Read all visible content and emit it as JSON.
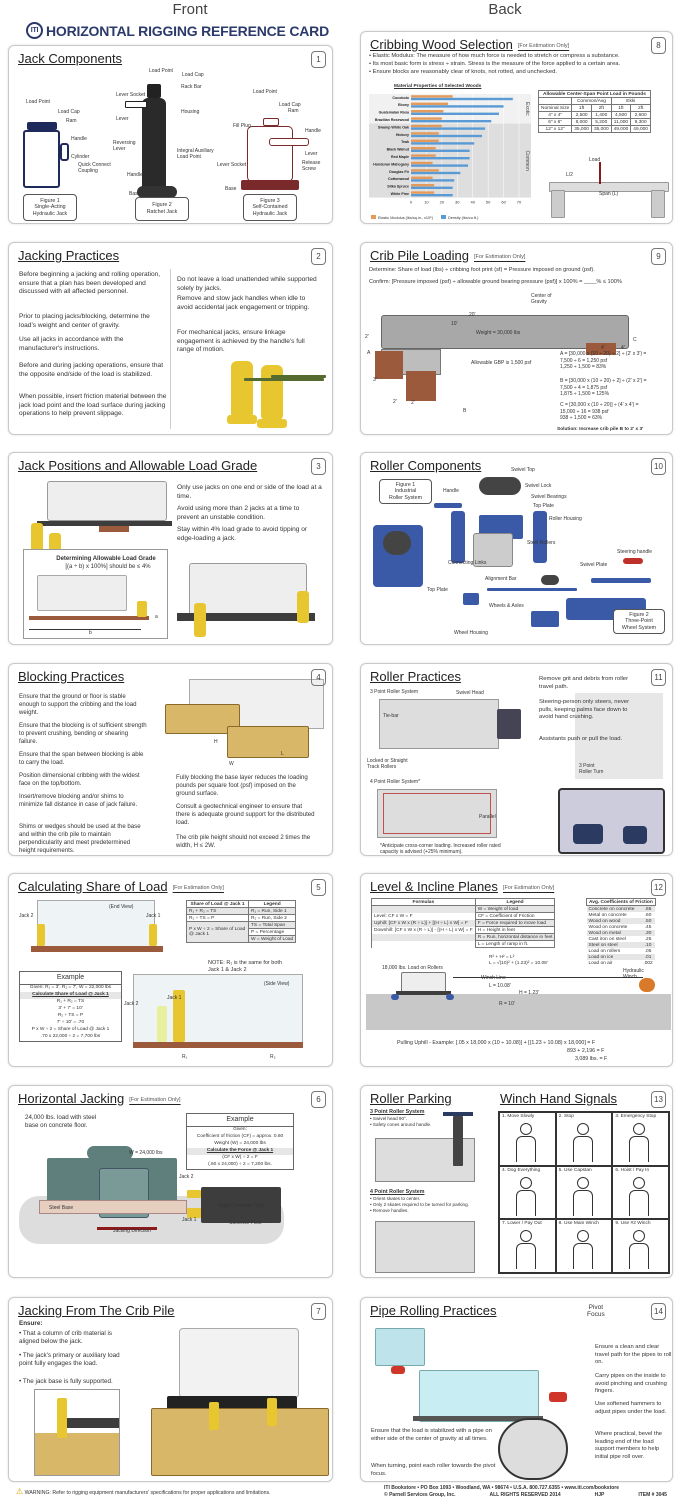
{
  "header": {
    "front": "Front",
    "back": "Back",
    "logo": "ITI",
    "title": "HORIZONTAL RIGGING REFERENCE CARD"
  },
  "colors": {
    "jack": "#e8c630",
    "crib": "#d8b768",
    "roller": "#3a5aa8",
    "elastic": "#e39a5b",
    "density": "#5b9bd5",
    "title": "#2b3a6b"
  },
  "panels": [
    {
      "number": "1",
      "title": "Jack Components",
      "note": "",
      "texts": [],
      "labels": [
        "Load Point",
        "Load Cap",
        "Ram",
        "Handle",
        "Cylinder",
        "Quick Connect\nCoupling",
        "Load Point",
        "Load Cap",
        "Rack Bar",
        "Lever Socket",
        "Lever",
        "Housing",
        "Reversing\nLever",
        "Integral Auxiliary\nLoad Point",
        "Handle",
        "Base",
        "Load Point",
        "Load Cap",
        "Ram",
        "Fill Plug",
        "Handle",
        "Lever",
        "Lever Socket",
        "Release\nScrew",
        "Base"
      ],
      "figures": [
        "Figure 1\nSingle-Acting\nHydraulic Jack",
        "Figure 2\nRatchet Jack",
        "Figure 3\nSelf-Contained\nHydraulic Jack"
      ]
    },
    {
      "number": "2",
      "title": "Jacking Practices",
      "note": "",
      "texts": [
        "Before beginning a jacking and rolling operation, ensure that a plan has been developed and discussed with all affected personnel.",
        "Prior to placing jacks/blocking, determine the load's weight and center of gravity.",
        "Use all jacks in accordance with the manufacturer's instructions.",
        "Before and during jacking operations, ensure that the opposite end/side of the load is stabilized.",
        "When possible, insert friction material between the jack load point and the load surface during jacking operations to help prevent slippage.",
        "Do not leave a load unattended while supported solely by jacks.",
        "Remove and stow jack handles when idle to avoid accidental jack engagement or tripping.",
        "For mechanical jacks, ensure linkage engagement is achieved by the handle's full range of motion."
      ],
      "labels": [],
      "figures": []
    },
    {
      "number": "3",
      "title": "Jack Positions and Allowable Load Grade",
      "note": "",
      "texts": [
        "Only use jacks on one end or side of the load at a time.",
        "Avoid using more than 2 jacks at a time to prevent an unstable condition.",
        "Stay within 4% load grade to avoid tipping or edge-loading a jack."
      ],
      "labels": [
        "Determining Allowable Load Grade",
        "[(a ÷ b) x 100%] should be ≤ 4%",
        "a",
        "b"
      ],
      "figures": []
    },
    {
      "number": "4",
      "title": "Blocking Practices",
      "note": "",
      "texts": [
        "Ensure that the ground or floor is stable enough to support the cribbing and the load weight.",
        "Ensure that the blocking is of sufficient strength to prevent crushing, bending or shearing failure.",
        "Ensure that the span between blocking is able to carry the load.",
        "Position dimensional cribbing with the widest face on the top/bottom.",
        "Insert/remove blocking and/or shims to minimize fall distance in case of jack failure.",
        "Shims or wedges should be used at the base and within the crib pile to maintain perpendicularity and meet predetermined height requirements.",
        "Fully blocking the base layer reduces the loading pounds per square foot (psf) imposed on the ground surface.",
        "Consult a geotechnical engineer to ensure that there is adequate ground support for the distributed load.",
        "The crib pile height should not exceed 2 times the width, H ≤ 2W."
      ],
      "labels": [
        "H",
        "W",
        "L"
      ],
      "figures": []
    },
    {
      "number": "5",
      "title": "Calculating Share of Load",
      "note": "[For Estimation Only]",
      "texts": [
        "NOTE: R₁ is the same for both\nJack 1 & Jack 2"
      ],
      "labels": [
        "Jack 2",
        "Jack 1",
        "(End View)",
        "(Side View)",
        "Jack 1",
        "Jack 2",
        "R₁",
        "R₂"
      ],
      "figures": [],
      "share_table": {
        "headers": [
          "Share of Load @ Jack 1",
          "Legend"
        ],
        "formulas": [
          "R₁ + R₂ = TS",
          "R₂ ÷ TS = P",
          "P x W ÷ 2 = Share of Load @ Jack 1"
        ],
        "legend": [
          "R₁ = Run, Side 1",
          "R₂ = Run, Side 2",
          "TS = Total Span",
          "P = Percentage",
          "W = Weight of Load"
        ]
      },
      "example": {
        "title": "Example",
        "lines": [
          "Given: R₁ = 3', R₂ = 7', W = 22,000 lbs",
          "Calculate Share of Load @ Jack 1",
          "R₁ + R₂ = TS",
          "3' + 7' = 10'",
          "R₂ ÷ TS = P",
          "7' ÷ 10' = .70",
          "P x W ÷ 2 = Share of Load @ Jack 1",
          ".70 x 22,000 ÷ 2 = 7,700 lbs"
        ]
      }
    },
    {
      "number": "6",
      "title": "Horizontal Jacking",
      "note": "[For Estimation Only]",
      "texts": [
        "24,000 lbs. load with steel\nbase on concrete floor."
      ],
      "labels": [
        "W = 24,000 lbs",
        "Jack 2",
        "Steel Base",
        "Solid Concrete Curb",
        "Jack 1",
        "Concrete Floor",
        "Jacking Direction"
      ],
      "figures": [],
      "example": {
        "title": "Example",
        "lines": [
          "Given:",
          "Coefficient of friction (CF) = approx. 0.60",
          "Weight (W) = 24,000 lbs",
          "Calculate the Force @ Jack 1",
          "(CF x W) ÷ 2 = F",
          "(.60 x 24,000) ÷ 2 = 7,200 lbs."
        ]
      }
    },
    {
      "number": "7",
      "title": "Jacking From The Crib Pile",
      "note": "",
      "texts": [
        "Ensure:",
        "• That a column of crib material is\n  aligned below the jack.",
        "• The jack's primary or auxiliary load\n  point fully engages the load.",
        "• The jack base is fully supported."
      ],
      "labels": [],
      "figures": []
    },
    {
      "number": "8",
      "title": "Cribbing Wood Selection",
      "note": "[For Estimation Only]",
      "texts": [
        "• Elastic Modulus: The measure of how much force is needed to stretch or compress a substance.",
        "• Its most basic form is stress ÷ strain. Stress is the measure of the force applied to a certain area.",
        "• Ensure blocks are reasonably clear of knots, not rotted, and unchecked."
      ],
      "labels": [
        "Load",
        "L/2",
        "Span (L)"
      ],
      "figures": [],
      "load_table": {
        "title": "Allowable Center-Span Point Load in Pounds",
        "groups": [
          "Common/Avg",
          "Ekki"
        ],
        "columns": [
          "Nominal Size",
          "1ft",
          "2ft",
          "1ft",
          "2ft"
        ],
        "rows": [
          [
            "4\" x 4\"",
            "2,500",
            "1,400",
            "4,500",
            "2,600"
          ],
          [
            "6\" x 6\"",
            "8,000",
            "5,200",
            "11,000",
            "9,300"
          ],
          [
            "12\" x 12\"",
            "35,000",
            "35,000",
            "49,000",
            "49,000"
          ]
        ]
      }
    },
    {
      "number": "9",
      "title": "Crib Pile Loading",
      "note": "[For Estimation Only]",
      "texts": [
        "Determine: Share of load (lbs) ÷ cribbing foot print (sf) = Pressure imposed on ground (psf).",
        "Confirm: [Pressure imposed (psf) ÷ allowable ground bearing pressure (psf)] x 100% = ____% ≤ 100%",
        "A = [30,000 x (10 ÷ 20) ÷ 2] ÷ (2' x 3') =\n     7,500 ÷ 6 = 1,250 psf\n     1,250 ÷ 1,500 = 83%",
        "B = [30,000 x (10 ÷ 20) ÷ 2] ÷ (2' x 2') =\n     7,500 ÷ 4 = 1,875 psf\n     1,875 ÷ 1,500 = 125%",
        "C = [30,000 x (10 ÷ 20)] ÷ (4' x 4') =\n     15,000 ÷ 16 = 938 psf\n     938 ÷ 1,500 = 63%",
        "Solution: Increase crib pile B to 2' x 3'"
      ],
      "labels": [
        "Center of\nGravity",
        "10'",
        "20'",
        "Weight = 30,000 lbs",
        "Allowable GBP is 1,500 psf",
        "A",
        "B",
        "C",
        "3'",
        "2'",
        "2'",
        "4'",
        "4'",
        "2'"
      ],
      "figures": []
    },
    {
      "number": "10",
      "title": "Roller Components",
      "note": "",
      "texts": [],
      "labels": [
        "Swivel Top",
        "Swivel Lock",
        "Swivel Bearings",
        "Top Plate",
        "Roller Housing",
        "Handle",
        "Steel Rollers",
        "Connecting Links",
        "Steering handle",
        "Swivel Plate",
        "Alignment Bar",
        "Top Plate",
        "Wheels & Axles",
        "Wheel Housing"
      ],
      "figures": [
        "Figure 1\nIndustrial\nRoller System",
        "Figure 2\nThree-Point\nWheel System"
      ]
    },
    {
      "number": "11",
      "title": "Roller Practices",
      "note": "",
      "texts": [
        "Remove grit and debris from roller travel path.",
        "Steering-person only steers, never pulls, keeping palms face down to avoid hand crushing.",
        "Assistants push or pull the load."
      ],
      "labels": [
        "3 Point Roller System",
        "Swivel Head",
        "Tie-bar",
        "Locked or Straight\nTrack Rollers",
        "4 Point Roller System*",
        "Parallel",
        "*Anticipate cross-corner loading. Increased roller rated\ncapacity is advised (+25% minimum).",
        "3 Point\nRoller Turn"
      ],
      "figures": []
    },
    {
      "number": "12",
      "title": "Level & Incline Planes",
      "note": "[For Estimation Only]",
      "texts": [
        "R² + H² = L²\nL = √(10)² + (1.23)² = 10.08'",
        "Pulling Uphill - Example: [.05 x 18,000 x (10 ÷ 10.08)] + [(1.23 ÷ 10.08) x 18,000] = F",
        "893 + 2,196 = F",
        "3,089 lbs. = F"
      ],
      "labels": [
        "18,000 lbs. Load on Rollers",
        "Winch Line",
        "Hydraulic\nWinch",
        "L = 10.08'",
        "H = 1.23'",
        "R = 10'"
      ],
      "figures": [],
      "formulas_table": {
        "headers": [
          "Formulas",
          "Legend"
        ],
        "formulas": [
          "Level: CF x W = F",
          "Uphill: [CF x W x (R ÷ L)] + [(H ÷ L) x W] = F",
          "Downhill: [CF x W x (R ÷ L)] - [(H ÷ L) x W] = F"
        ],
        "legend": [
          "W = Weight of load",
          "CF = Coefficient of Friction",
          "F = Force required to move load",
          "H = Height in feet",
          "R = Run, horizontal distance in feet",
          "L = Length of ramp in ft."
        ]
      },
      "friction_table": {
        "title": "Avg. Coefficients of Friction",
        "rows": [
          [
            "Concrete on concrete",
            ".65"
          ],
          [
            "Metal on concrete",
            ".60"
          ],
          [
            "Wood on wood",
            ".50"
          ],
          [
            "Wood on concrete",
            ".45"
          ],
          [
            "Wood on metal",
            ".30"
          ],
          [
            "Cast iron on steel",
            ".25"
          ],
          [
            "Steel on steel",
            ".10"
          ],
          [
            "Load on rollers",
            ".05"
          ],
          [
            "Load on ice",
            ".01"
          ],
          [
            "Load on air",
            ".002"
          ]
        ]
      }
    },
    {
      "number": "13",
      "title": "Roller Parking",
      "note": "",
      "second_title": "Winch Hand Signals",
      "texts": [
        "3 Point Roller System",
        "• Swivel head 90°.\n• Safety cones around handle.",
        "4 Point Roller System",
        "• Orient skates to center.\n• Only 2 skates required to be turned for parking.\n• Remove handles."
      ],
      "labels": [],
      "figures": [],
      "signals": [
        "1. Move Slowly",
        "2. Stop",
        "3. Emergency Stop",
        "4. Dog Everything",
        "5. Use Capstan",
        "6. Hoist / Pay In",
        "7. Lower / Pay Out",
        "8. Use Main Winch",
        "9. Use #2 Winch"
      ]
    },
    {
      "number": "14",
      "title": "Pipe Rolling Practices",
      "note": "",
      "texts": [
        "Ensure a clean and clear travel path for the pipes to roll on.",
        "Carry pipes on the inside to avoid pinching and crushing fingers.",
        "Use softened hammers to adjust pipes under the load.",
        "Where practical, bevel the leading end of the load support members to help initial pipe roll over.",
        "Ensure that the load is stabilized with a pipe on either side of the center of gravity at all times.",
        "When turning, point each roller towards the pivot focus."
      ],
      "labels": [
        "Pivot\nFocus"
      ],
      "figures": []
    }
  ],
  "chart_data": {
    "type": "bar",
    "title": "Material Properties of Selected Woods",
    "orientation": "horizontal",
    "categories": [
      "Cocobolo",
      "Ebony",
      "Guatemalan Rosa",
      "Brazilian Rosewood",
      "Swamp White Oak",
      "Hickory",
      "Teak",
      "Black Walnut",
      "Red Maple",
      "Honduran Mahogany",
      "Douglas Fir",
      "Cottonwood",
      "Sitka Spruce",
      "White Pine"
    ],
    "groups": [
      {
        "name": "Exotic",
        "count": 4
      },
      {
        "name": "Common",
        "count": 10
      }
    ],
    "series": [
      {
        "name": "Elastic Modulus (lbs/sq.in., x10⁵)",
        "values": [
          27,
          24,
          21,
          20,
          20,
          18,
          18,
          16,
          16,
          14,
          18,
          14,
          15,
          15
        ]
      },
      {
        "name": "Density (lbs/cu.ft.)",
        "values": [
          66,
          60,
          57,
          52,
          48,
          46,
          41,
          38,
          38,
          37,
          32,
          28,
          27,
          27
        ]
      }
    ],
    "xlim": [
      0,
      70
    ],
    "xticks": [
      "0",
      "10",
      "20",
      "30",
      "40",
      "50",
      "60",
      "70"
    ],
    "legend": "bottom",
    "grid": true
  },
  "footer": {
    "warning": "WARNING: Refer to rigging equipment manufacturers' specifications for proper applications and limitations.",
    "line1": "ITI Bookstore  •  PO Box 1093  •  Woodland, WA  •  98674  •  U.S.A. 800.727.6355  •  www.iti.com/bookstore",
    "line2": [
      "© Parnell Services Group, Inc.",
      "ALL RIGHTS RESERVED 2014",
      "HJP",
      "ITEM # 3045"
    ]
  }
}
